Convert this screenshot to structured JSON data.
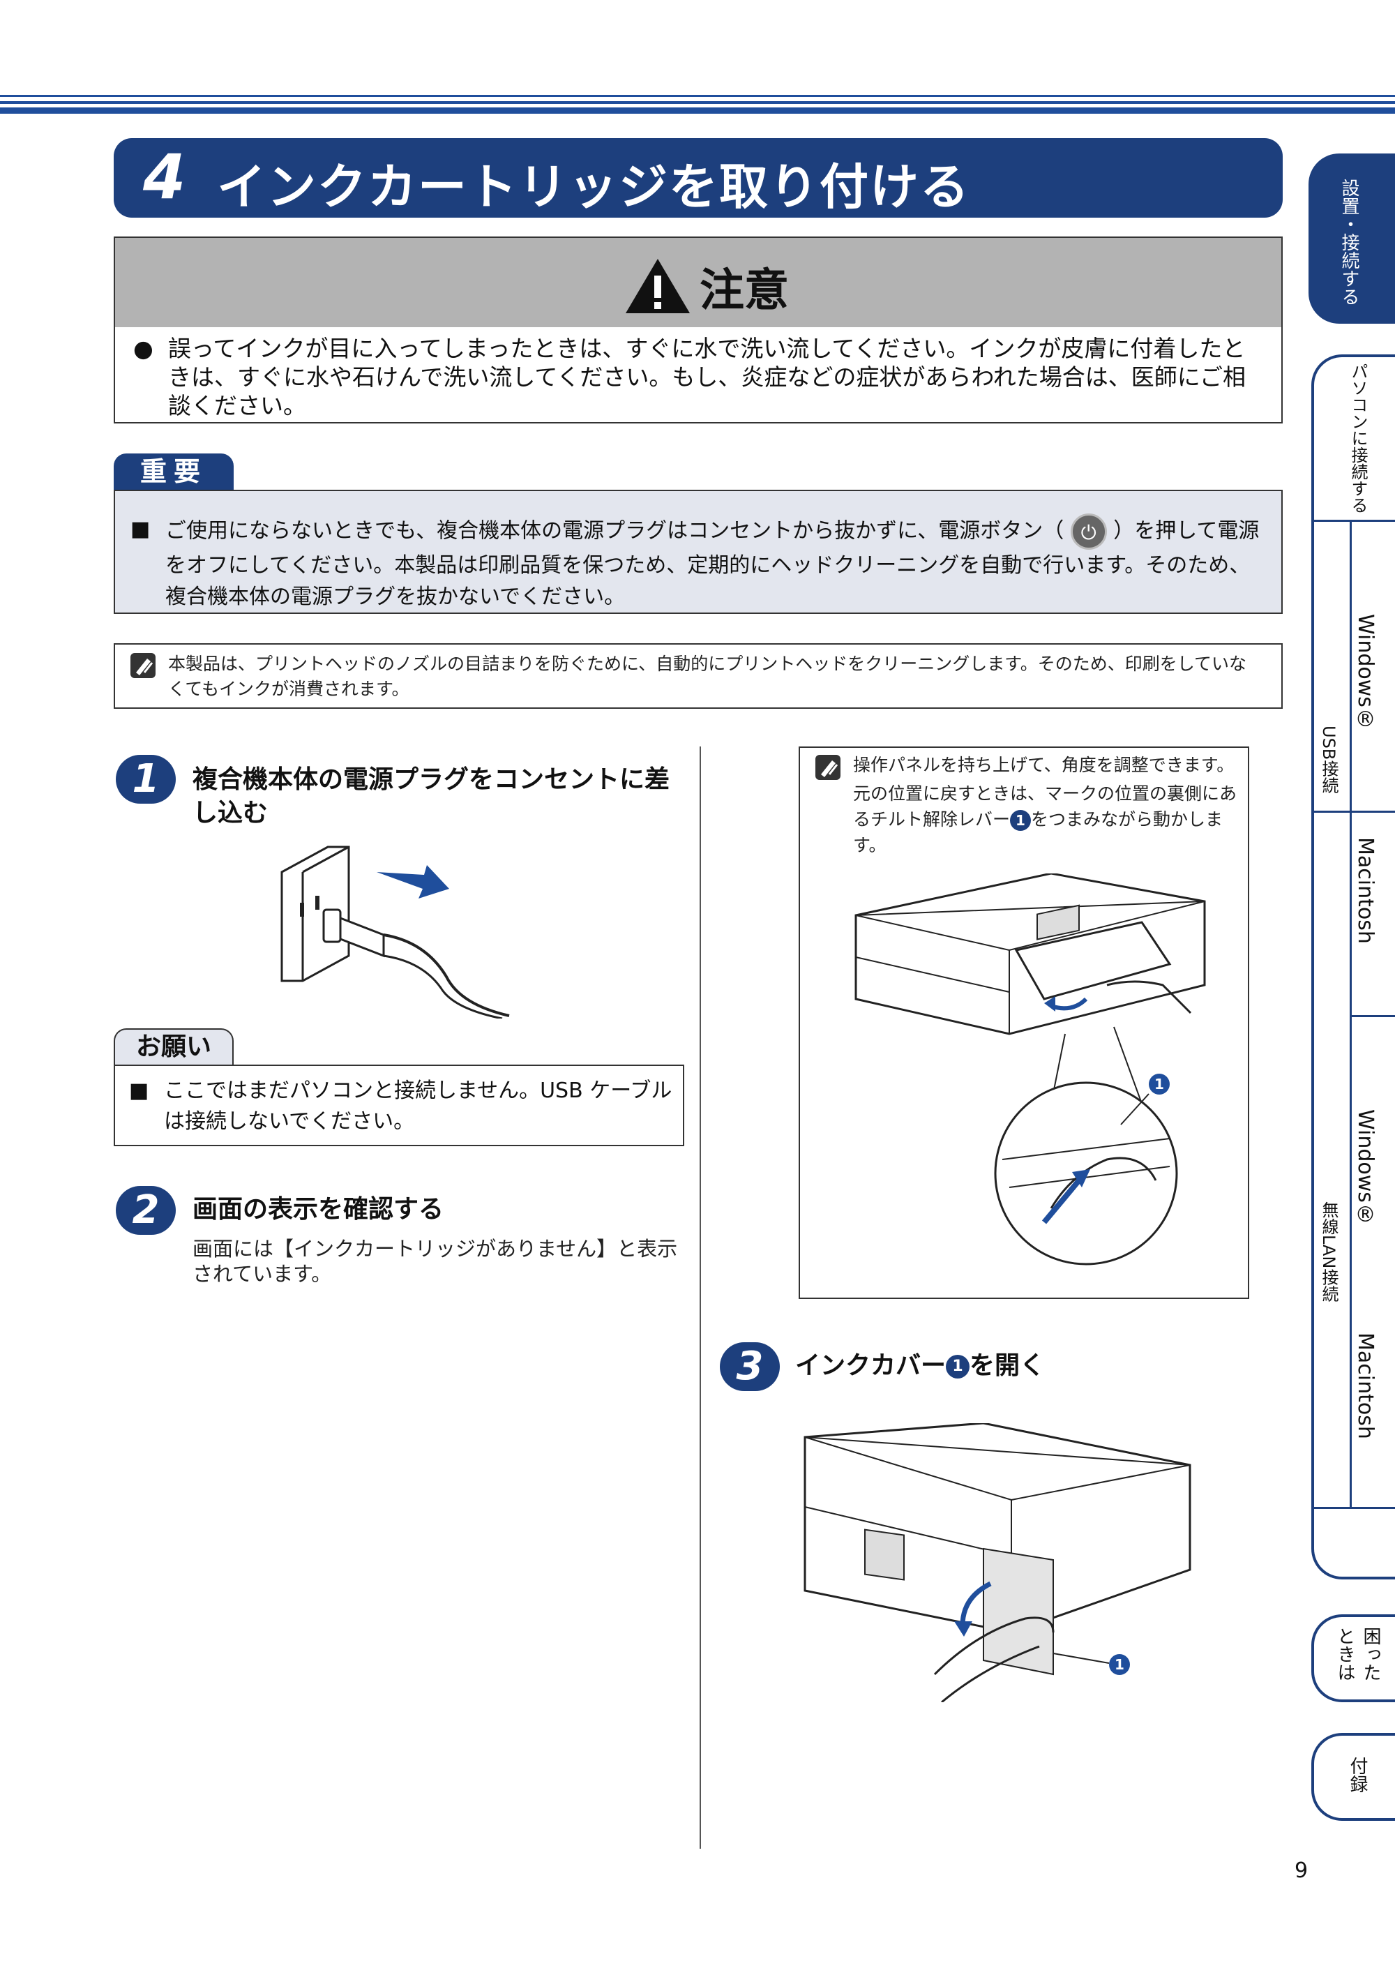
{
  "chapter": {
    "number": "4",
    "title": "インクカートリッジを取り付ける"
  },
  "caution": {
    "label": "注意",
    "bullet": "●",
    "text": "誤ってインクが目に入ってしまったときは、すぐに水で洗い流してください。インクが皮膚に付着したときは、すぐに水や石けんで洗い流してください。もし、炎症などの症状があらわれた場合は、医師にご相談ください。"
  },
  "important": {
    "label": "重要",
    "bullet": "■",
    "text_before": "ご使用にならないときでも、複合機本体の電源プラグはコンセントから抜かずに、電源ボタン（",
    "power_symbol": "⏻",
    "text_after": "）を押して電源をオフにしてください。本製品は印刷品質を保つため、定期的にヘッドクリーニングを自動で行います。そのため、複合機本体の電源プラグを抜かないでください。"
  },
  "memo": {
    "icon": "memo-icon",
    "text": "本製品は、プリントヘッドのノズルの目詰まりを防ぐために、自動的にプリントヘッドをクリーニングします。そのため、印刷をしていなくてもインクが消費されます。"
  },
  "steps": [
    {
      "number": "1",
      "title": "複合機本体の電源プラグをコンセントに差し込む"
    },
    {
      "number": "2",
      "title": "画面の表示を確認する",
      "text": "画面には【インクカートリッジがありません】と表示されています。"
    },
    {
      "number": "3",
      "title_before": "インクカバー",
      "title_circle": "1",
      "title_after": "を開く"
    }
  ],
  "onegai": {
    "label": "お願い",
    "bullet": "■",
    "text": "ここではまだパソコンと接続しません。USB ケーブルは接続しないでください。"
  },
  "right_memo": {
    "icon": "memo-icon",
    "line1": "操作パネルを持ち上げて、角度を調整できます。",
    "line2_before": "元の位置に戻すときは、マークの位置の裏側にあるチルト解除レバー",
    "line2_circle": "1",
    "line2_after": "をつまみながら動かします。",
    "callout": "1"
  },
  "figure_callout": "1",
  "side_tabs": {
    "setup": "設置・接続する",
    "pc": "パソコンに接続する",
    "usb": "USB接続",
    "usb_windows": "Windows®",
    "usb_mac": "Macintosh",
    "wlan": "無線LAN接続",
    "wlan_windows": "Windows®",
    "wlan_mac": "Macintosh",
    "trouble": "困ったときは",
    "appendix": "付録"
  },
  "page_number": "9",
  "colors": {
    "brand_blue": "#1d3f7d",
    "caution_gray": "#b3b3b3",
    "important_bg": "#e3e6ee"
  }
}
